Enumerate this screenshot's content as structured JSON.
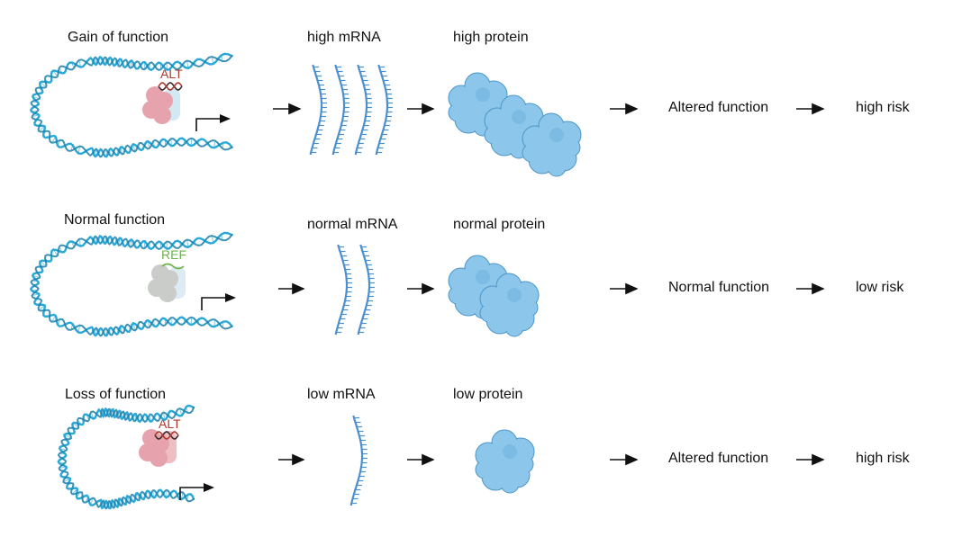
{
  "rows": [
    {
      "title": "Gain of function",
      "variant": "ALT",
      "mrna_label": "high mRNA",
      "protein_label": "high protein",
      "outcome": "Altered function",
      "risk": "high risk",
      "mrna_strands": 4,
      "protein_copies": 3
    },
    {
      "title": "Normal function",
      "variant": "REF",
      "mrna_label": "normal mRNA",
      "protein_label": "normal protein",
      "outcome": "Normal function",
      "risk": "low risk",
      "mrna_strands": 2,
      "protein_copies": 2
    },
    {
      "title": "Loss of function",
      "variant": "ALT",
      "mrna_label": "low mRNA",
      "protein_label": "low protein",
      "outcome": "Altered function",
      "risk": "high risk",
      "mrna_strands": 1,
      "protein_copies": 1
    }
  ],
  "colors": {
    "dna": "#2aa8d8",
    "dna_dark": "#1f7fa8",
    "mrna": "#4a8fd0",
    "protein": "#8cc6ea",
    "protein_stroke": "#4f97c8",
    "alt_text": "#b03a2e",
    "ref_text": "#6bb34a",
    "alt_complex": "#e7a3ad",
    "ref_complex": "#c9ccc9",
    "arrow": "#111111"
  }
}
